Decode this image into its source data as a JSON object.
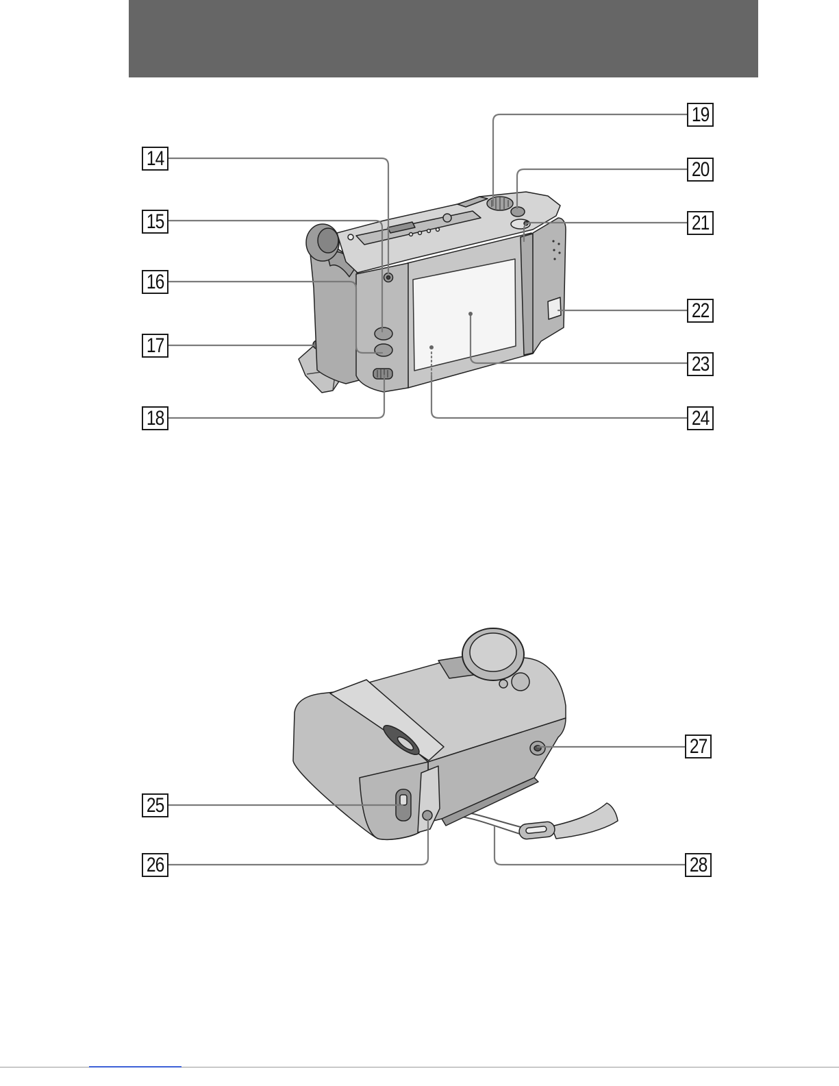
{
  "header_bar": {
    "color": "#666666"
  },
  "rear_view": {
    "callouts": [
      "14",
      "15",
      "16",
      "17",
      "18",
      "19",
      "20",
      "21",
      "22",
      "23",
      "24"
    ]
  },
  "bottom_view": {
    "callouts": [
      "25",
      "26",
      "27",
      "28"
    ]
  },
  "colors": {
    "leader_line": "#7a7a7a",
    "footer_link": "#3b5fd6"
  }
}
